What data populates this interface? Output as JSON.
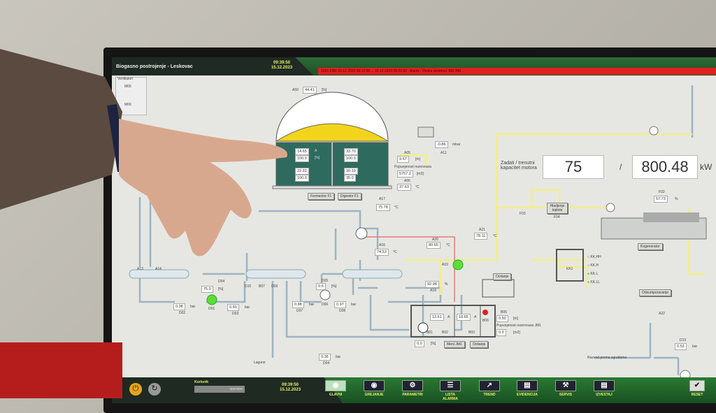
{
  "header": {
    "title": "Biogasno postrojenje - Leskovac",
    "time": "09:39:50",
    "date": "15.12.2023",
    "alarm": "2021 FRR 15.12.2023 09:12:58 ... 15.12.2023 09:22:42 - Alarm - Visoka vrednost JM1 BM"
  },
  "left_panel": {
    "title": "Ventilatori",
    "items": [
      "M05",
      "M06"
    ]
  },
  "digester": {
    "level_tag": "A50",
    "level": "44.41",
    "level_unit": "[%]",
    "mixers": [
      {
        "a": "14.65",
        "b": "100.0"
      },
      {
        "a": "33.70",
        "b": "100.0"
      },
      {
        "a": "22.32",
        "b": "100.0"
      },
      {
        "a": "30.19",
        "b": "35.0"
      }
    ],
    "unit_a": "A",
    "unit_b": "[%]",
    "btn_fermentor": "Fermentor F1",
    "btn_digestor": "Digestor F1"
  },
  "gas": {
    "pressure": "-0.86",
    "pressure_unit": "mbar",
    "tag": "A11"
  },
  "tank": {
    "level_tag": "A05",
    "level": "9.67",
    "level_unit": "[m]",
    "fill_label": "Popunjenost rezervoara",
    "fill": "5757.2",
    "fill_unit": "[m3]",
    "temp_tag": "A06",
    "temp": "37.63",
    "temp_unit": "°C"
  },
  "motor": {
    "label": "Zadati / trenutni kapacitet motora",
    "setpoint": "75",
    "separator": "/",
    "actual": "800.48",
    "unit": "kW"
  },
  "chp": {
    "f02_tag": "F02",
    "f02": "57.73",
    "f02_unit": "%",
    "f03": "F03",
    "cooler": "Hladjenje toplote",
    "f04": "F04",
    "name": "Kogenerator"
  },
  "heating": {
    "a17_tag": "A17",
    "a17": "75.78",
    "a16_tag": "A16",
    "a16": "74.53",
    "a21_tag": "A21",
    "a21": "78.11",
    "a20_tag": "A20",
    "a20": "80.65",
    "a19": "A19",
    "a18_tag": "A18",
    "a18": "92.98",
    "temp_unit": "°C",
    "pct": "%"
  },
  "pumps": {
    "a13": "A13",
    "a14": "A14",
    "d01": "D01",
    "d01_speed": "75.0",
    "pct_unit": "[%]",
    "d02": "D02",
    "d02_val": "0.38",
    "d03": "D03",
    "d03_val": "0.60",
    "bar": "bar",
    "d04a": "D04",
    "d05": "D05",
    "d05_val": "0.6",
    "d06": "D06",
    "d07": "D07",
    "d07_val": "0.88",
    "d08": "D08",
    "d08_val": "0.97",
    "d09": "D09",
    "d10": "D10",
    "b07": "B07",
    "d04": "D04",
    "d04_val": "0.36",
    "lagune": "Lagune"
  },
  "jm1": {
    "b02_val": "13.61",
    "b03_val": "18.65",
    "unit": "A",
    "b01": "B01",
    "b02": "B02",
    "b03": "B03",
    "b06": "B06",
    "pct": "0.0",
    "pct_unit": "[%]",
    "btn_menu": "Meni JM1",
    "btn_read": "Ocitanje",
    "btn_read2": "Ocitanje",
    "b05_tag": "B05",
    "b05": "0.50",
    "b05_unit": "[m]",
    "fill_label": "Popunjenost rezervoara JM1",
    "fill": "0.0",
    "fill_unit": "[m3]"
  },
  "kk1": {
    "tag": "KK1",
    "indicators": [
      "KK.HH",
      "KK.H",
      "KK.L",
      "KK.LL"
    ]
  },
  "desulf": {
    "btn": "Odsumporavanje",
    "a22": "A22",
    "d13_tag": "D13",
    "d13": "0.53",
    "d13_unit": "bar",
    "dist": "Razvod prema zgradama"
  },
  "footer": {
    "user_label": "Korisnik",
    "user": "operater",
    "time": "09:39:50",
    "date": "15.12.2023",
    "nav": [
      "GLAVNI",
      "GREJANJE",
      "PARAMETRI",
      "LISTA ALARMA",
      "TREND",
      "EVIDENCIJA",
      "SERVIS",
      "IZVESTAJ"
    ],
    "reset": "RESET"
  },
  "colors": {
    "header": "#1f2a24",
    "green": "#2f6b37",
    "alarm": "#e02020",
    "gas": "#f2d51a",
    "pipe_water": "#9db3c2",
    "pipe_gas": "#f2ee8a",
    "digester": "#2e6b5e"
  }
}
